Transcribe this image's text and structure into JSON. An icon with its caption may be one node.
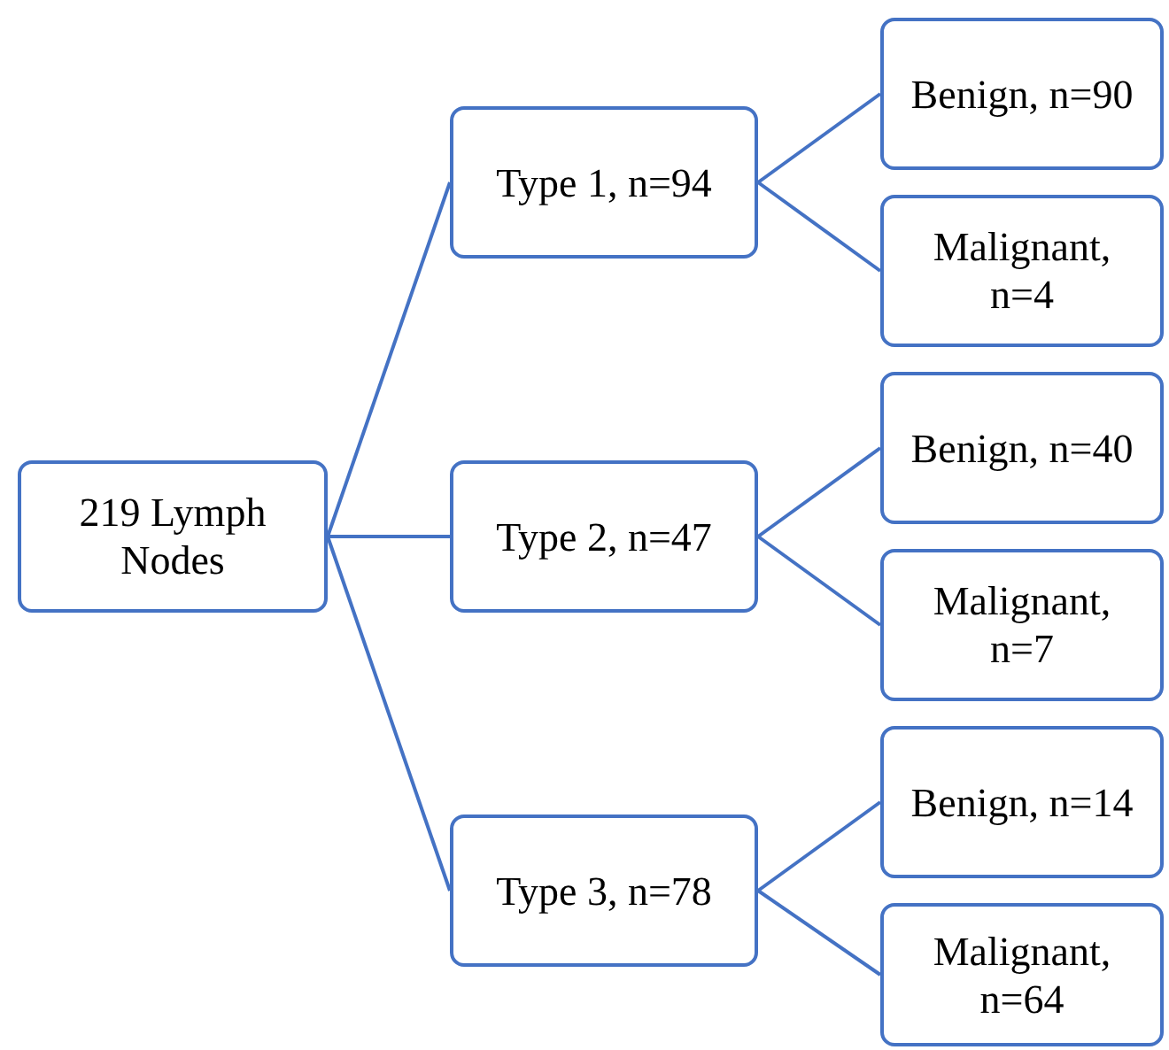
{
  "diagram": {
    "nodes": [
      {
        "text": [
          "219 Lymph Nodes"
        ]
      },
      {
        "text": [
          "Type 1, n=94"
        ]
      },
      {
        "text": [
          "Benign, n=90"
        ]
      },
      {
        "text": [
          "Malignant, n=4"
        ]
      },
      {
        "text": [
          "Type 2, n=47"
        ]
      },
      {
        "text": [
          "Benign, n=40"
        ]
      },
      {
        "text": [
          "Malignant, n=7"
        ]
      },
      {
        "text": [
          "Type 3, n=78"
        ]
      },
      {
        "text": [
          "Benign, n=14"
        ]
      },
      {
        "text": [
          "Malignant, n=64"
        ]
      }
    ],
    "edges": [
      {
        "from": 0,
        "to": 1,
        "arrow": "none"
      },
      {
        "from": 0,
        "to": 4,
        "arrow": "none"
      },
      {
        "from": 0,
        "to": 7,
        "arrow": "none"
      },
      {
        "from": 1,
        "to": 2,
        "arrow": "none"
      },
      {
        "from": 1,
        "to": 3,
        "arrow": "none"
      },
      {
        "from": 4,
        "to": 5,
        "arrow": "none"
      },
      {
        "from": 4,
        "to": 6,
        "arrow": "none"
      },
      {
        "from": 7,
        "to": 8,
        "arrow": "none"
      },
      {
        "from": 7,
        "to": 9,
        "arrow": "none"
      }
    ]
  }
}
